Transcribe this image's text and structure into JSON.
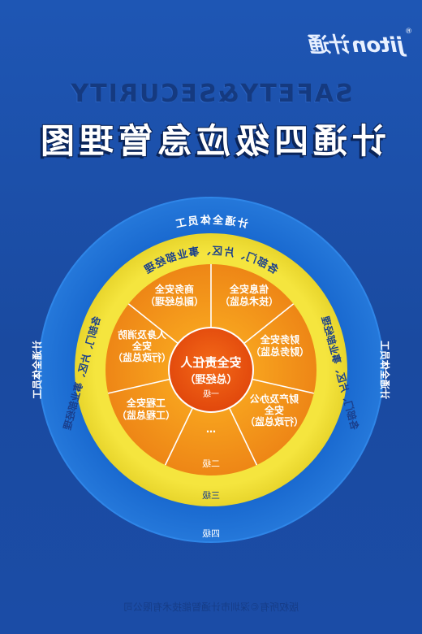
{
  "logo": {
    "text": "jiton计通",
    "mark": "®"
  },
  "titles": {
    "en": "SAFETY&SECURITY",
    "cn": "计通四级应急管理图"
  },
  "levels": {
    "one": "一级",
    "two": "二级",
    "three": "三级",
    "four": "四级"
  },
  "center": {
    "line1": "安全责任人",
    "line2": "（总经理）"
  },
  "sectors": [
    {
      "line1": "信息安全",
      "line2": "（技术总监）"
    },
    {
      "line1": "财务安全",
      "line2": "（财务总监）"
    },
    {
      "line1": "财产及办公",
      "line2": "安全",
      "line3": "（行政总监）"
    },
    {
      "line1": "…"
    },
    {
      "line1": "工程安全",
      "line2": "（工程总监）"
    },
    {
      "line1": "人身及消防",
      "line2": "安全",
      "line3": "（行政总监）"
    },
    {
      "line1": "商务安全",
      "line2": "（副总经理）"
    }
  ],
  "yellow_ring": {
    "top": "各部门、片区、事业部经理",
    "right": "各部门、片区、事业部经理",
    "left": "各部门、片区、事业部经理"
  },
  "blue_ring": {
    "top": "计通全体员工",
    "right": "计通全体员工",
    "left": "计通全体员工"
  },
  "footer": "版权所有©深圳市计通智能技术有限公司",
  "colors": {
    "background": "#1c4fa8",
    "outer_ring": "#1466c8",
    "yellow_ring": "#f2e23a",
    "orange_ring": "#f08a1c",
    "center": "#ea5a12"
  }
}
